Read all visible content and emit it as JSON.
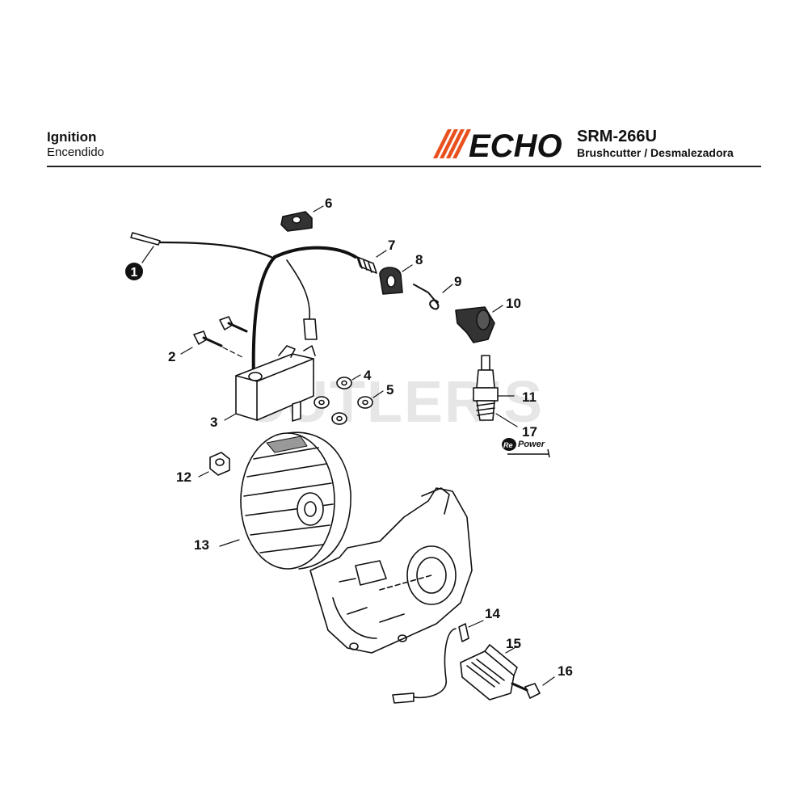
{
  "header": {
    "title": "Ignition",
    "subtitle": "Encendido",
    "brand": "ECHO",
    "model": "SRM-266U",
    "description": "Brushcutter / Desmalezadora"
  },
  "watermark": "CUTLER'S",
  "repower": {
    "prefix": "Re",
    "suffix": "Power"
  },
  "callouts": [
    "1",
    "2",
    "3",
    "4",
    "5",
    "6",
    "7",
    "8",
    "9",
    "10",
    "11",
    "12",
    "13",
    "14",
    "15",
    "16",
    "17"
  ],
  "colors": {
    "brand_stripes": "#e8501e",
    "ink": "#111111",
    "watermark": "#e6e6e6"
  }
}
